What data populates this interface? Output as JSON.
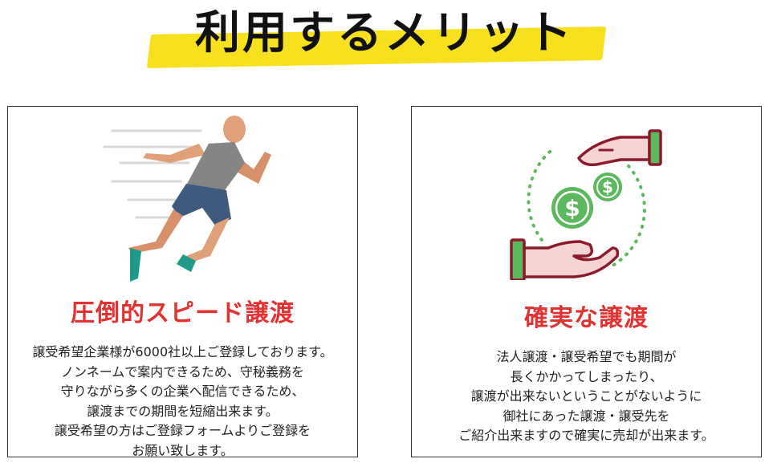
{
  "title": "利用するメリット",
  "colors": {
    "highlight": "#f7e11f",
    "heading_red": "#e33232",
    "money_green": "#5cb85c",
    "hand_maroon": "#8b1a2b"
  },
  "cards": [
    {
      "icon": "running-man-icon",
      "heading": "圧倒的スピード譲渡",
      "lines": [
        "譲受希望企業様が6000社以上ご登録しております。",
        "ノンネームで案内できるため、守秘義務を",
        "守りながら多くの企業へ配信できるため、",
        "譲渡までの期間を短縮出来ます。",
        "譲受希望の方はご登録フォームよりご登録を",
        "お願い致します。"
      ]
    },
    {
      "icon": "money-exchange-hands-icon",
      "heading": "確実な譲渡",
      "lines": [
        "法人譲渡・譲受希望でも期間が",
        "長くかかってしまったり、",
        "譲渡が出来ないということがないように",
        "御社にあった譲渡・譲受先を",
        "ご紹介出来ますので確実に売却が出来ます。"
      ]
    }
  ]
}
